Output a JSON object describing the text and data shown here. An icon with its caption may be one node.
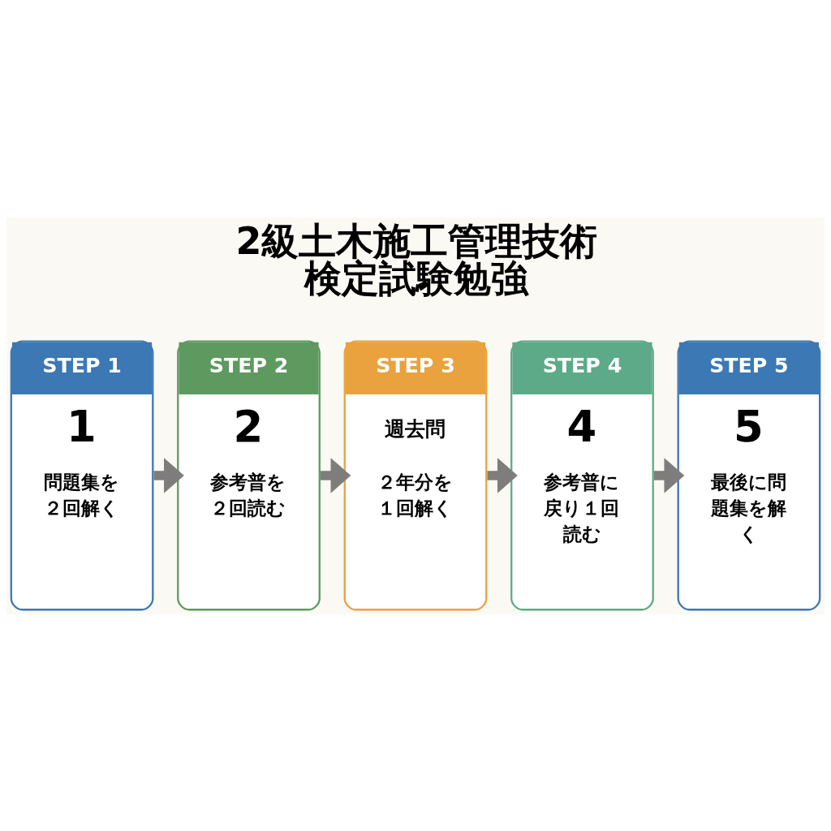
{
  "diagram": {
    "title": "2級土木施工管理技術検定試験勉強",
    "nodes": [
      {
        "text": [
          "STEP 1",
          "1",
          "問題集を２回解く"
        ]
      },
      {
        "text": [
          "STEP 2",
          "2",
          "参考普を２回読む"
        ]
      },
      {
        "text": [
          "STEP 3",
          "週去問",
          "２年分を１回解く"
        ]
      },
      {
        "text": [
          "STEP 4",
          "4",
          "参考普に戻り１回読む"
        ]
      },
      {
        "text": [
          "STEP 5",
          "5",
          "最後に問題集を解く"
        ]
      }
    ],
    "edges": [
      {
        "from": 0,
        "to": 1,
        "arrow": "to"
      },
      {
        "from": 1,
        "to": 2,
        "arrow": "to"
      },
      {
        "from": 2,
        "to": 3,
        "arrow": "to"
      },
      {
        "from": 3,
        "to": 4,
        "arrow": "to"
      }
    ]
  }
}
